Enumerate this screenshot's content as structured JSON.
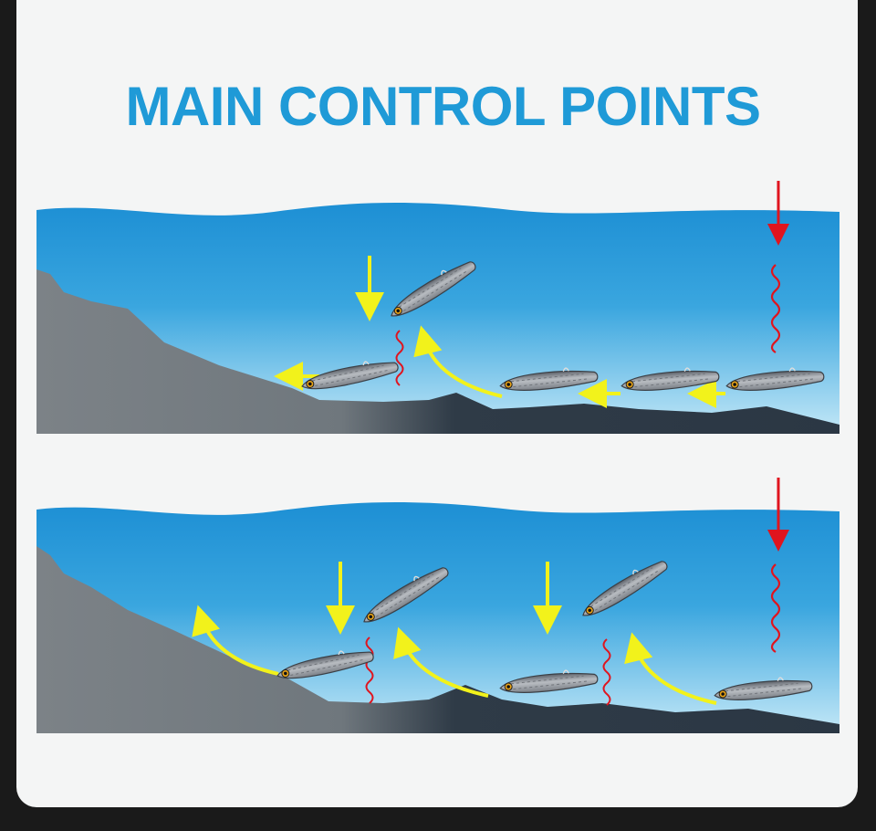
{
  "title": "MAIN CONTROL POINTS",
  "colors": {
    "title": "#1f9ad7",
    "water_top": "#1d8fd4",
    "water_bottom": "#bfe6f6",
    "rock": "#7c8287",
    "rock_dark": "#2b3744",
    "arrow_yellow": "#f2f21b",
    "arrow_red": "#e0141e",
    "squiggle_red": "#e0141e",
    "lure_body": "#9a9ea4"
  },
  "panels": [
    {
      "name": "scenario-1",
      "lures": 5,
      "red_arrow": true
    },
    {
      "name": "scenario-2",
      "lures": 5,
      "red_arrow": true
    }
  ]
}
